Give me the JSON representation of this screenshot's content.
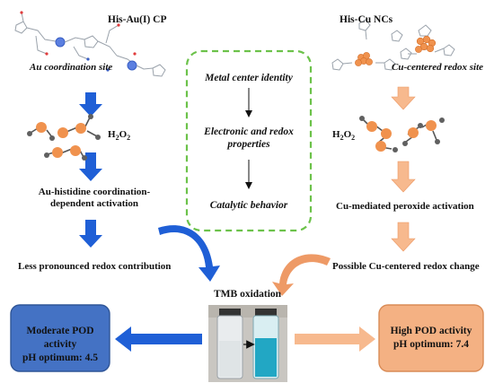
{
  "left": {
    "title": "His-Au(I) CP",
    "site_label": "Au coordination site",
    "h2o2_base": "H",
    "h2o2_sub": "2",
    "h2o2_o": "O",
    "h2o2_sub2": "2",
    "activation": "Au-histidine coordination-dependent activation",
    "redox": "Less pronounced redox contribution",
    "result_line1": "Moderate POD activity",
    "result_line2": "pH optimum: 4.5",
    "colors": {
      "result_fill": "#4472c4",
      "arrow": "#1f5fd6"
    }
  },
  "right": {
    "title": "His-Cu NCs",
    "site_label": "Cu-centered redox site",
    "h2o2_base": "H",
    "h2o2_sub": "2",
    "h2o2_o": "O",
    "h2o2_sub2": "2",
    "activation": "Cu-mediated peroxide activation",
    "redox": "Possible Cu-centered redox change",
    "result_line1": "High POD activity",
    "result_line2": "pH optimum: 7.4",
    "colors": {
      "result_fill": "#f4b183",
      "arrow": "#f7b98e"
    }
  },
  "center": {
    "step1": "Metal center identity",
    "step2": "Electronic and redox properties",
    "step3": "Catalytic behavior",
    "tmb_label": "TMB oxidation",
    "colors": {
      "dash_border": "#6cc24a",
      "solution_blue": "#22a7c4"
    }
  },
  "icons": {
    "molecule": "histidine-ligand-structure",
    "cluster": "copper-nanocluster",
    "peroxide": "h2o2-molecule"
  }
}
